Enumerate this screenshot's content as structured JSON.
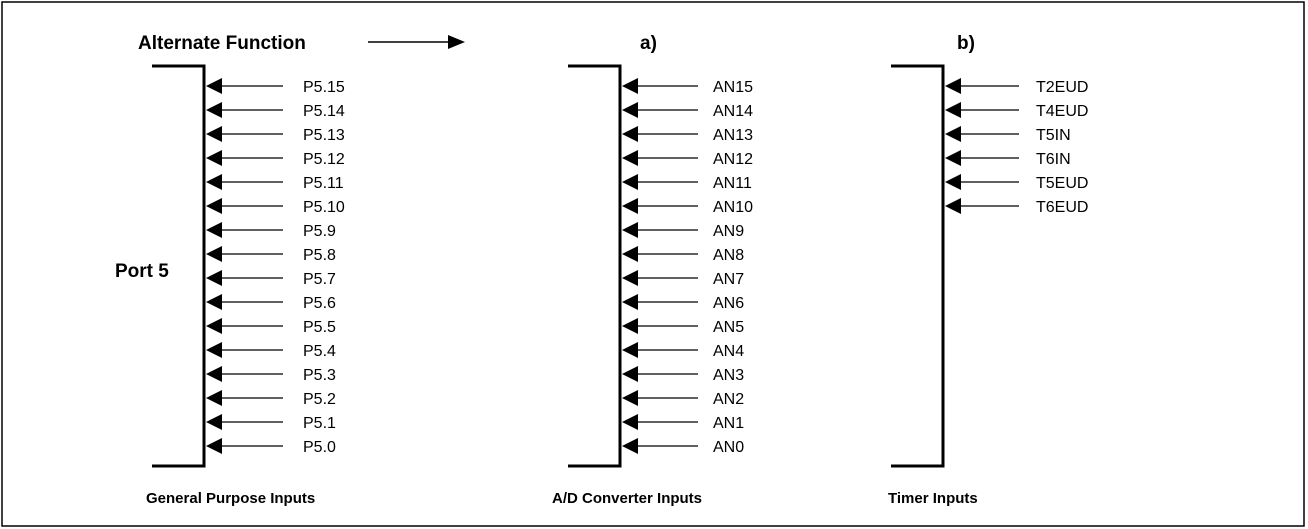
{
  "header": {
    "title": "Alternate Function"
  },
  "left": {
    "port_label": "Port 5",
    "footer": "General Purpose Inputs",
    "pins": [
      "P5.15",
      "P5.14",
      "P5.13",
      "P5.12",
      "P5.11",
      "P5.10",
      "P5.9",
      "P5.8",
      "P5.7",
      "P5.6",
      "P5.5",
      "P5.4",
      "P5.3",
      "P5.2",
      "P5.1",
      "P5.0"
    ]
  },
  "middle": {
    "label": "a)",
    "footer": "A/D Converter Inputs",
    "pins": [
      "AN15",
      "AN14",
      "AN13",
      "AN12",
      "AN11",
      "AN10",
      "AN9",
      "AN8",
      "AN7",
      "AN6",
      "AN5",
      "AN4",
      "AN3",
      "AN2",
      "AN1",
      "AN0"
    ]
  },
  "right": {
    "label": "b)",
    "footer": "Timer Inputs",
    "pins": [
      "T2EUD",
      "T4EUD",
      "T5IN",
      "T6IN",
      "T5EUD",
      "T6EUD"
    ]
  }
}
